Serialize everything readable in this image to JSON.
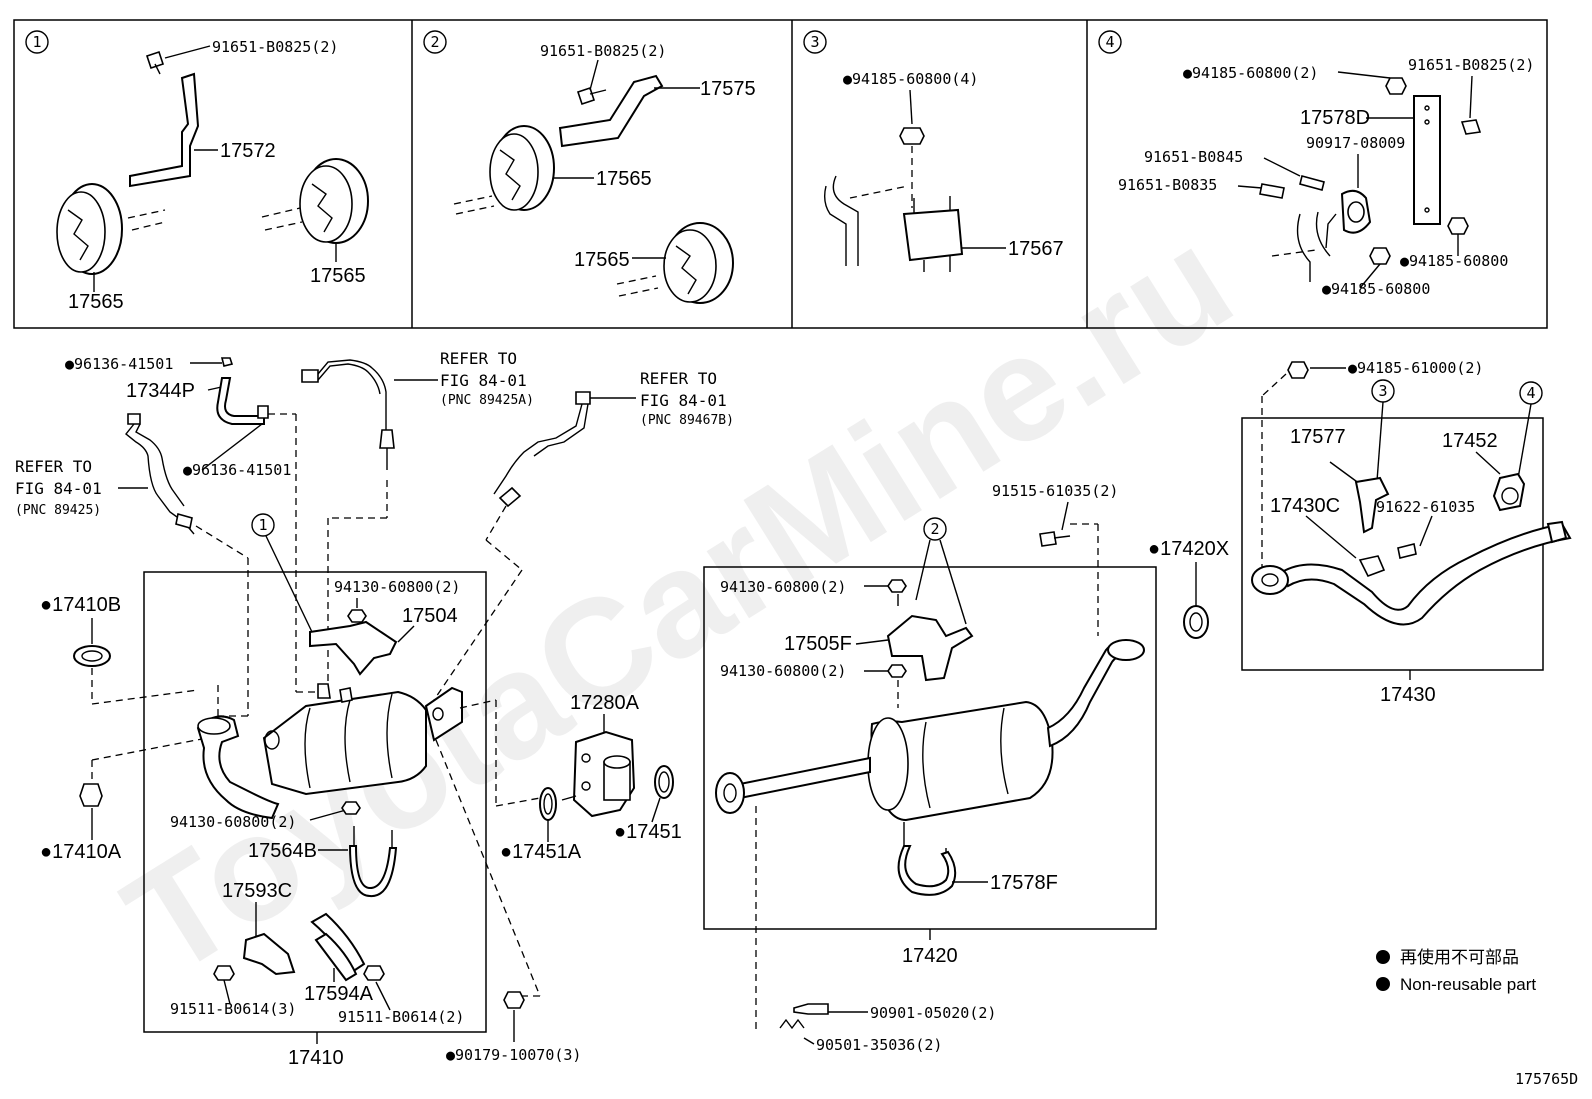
{
  "watermark": "ToyotaCarMine.ru",
  "figure_id": "175765D",
  "legend": [
    {
      "symbol": "●",
      "text": "再使用不可部品"
    },
    {
      "symbol": "●",
      "text": "Non-reusable part"
    }
  ],
  "panels": [
    {
      "num": "1",
      "labels": [
        "91651-B0825(2)",
        "17572",
        "17565",
        "17565"
      ]
    },
    {
      "num": "2",
      "labels": [
        "91651-B0825(2)",
        "17575",
        "17565",
        "17565"
      ]
    },
    {
      "num": "3",
      "labels": [
        "●94185-60800(4)",
        "17567"
      ]
    },
    {
      "num": "4",
      "labels": [
        "●94185-60800(2)",
        "91651-B0825(2)",
        "17578D",
        "90917-08009",
        "91651-B0845",
        "91651-B0835",
        "●94185-60800",
        "●94185-60800"
      ]
    }
  ],
  "main_labels": {
    "l96136a": "●96136-41501",
    "l17344P": "17344P",
    "l96136b": "●96136-41501",
    "l17410B": "●17410B",
    "l17410A": "●17410A",
    "l94130a": "94130-60800(2)",
    "l17504": "17504",
    "l94130b": "94130-60800(2)",
    "l17564B": "17564B",
    "l17593C": "17593C",
    "l17594A": "17594A",
    "l91511a": "91511-B0614(3)",
    "l91511b": "91511-B0614(2)",
    "l17410": "17410",
    "l90179": "●90179-10070(3)",
    "l17280A": "17280A",
    "l17451A": "●17451A",
    "l17451": "●17451",
    "l91515": "91515-61035(2)",
    "l94130c": "94130-60800(2)",
    "l17505F": "17505F",
    "l94130d": "94130-60800(2)",
    "l17578F": "17578F",
    "l17420": "17420",
    "l90901": "90901-05020(2)",
    "l90501": "90501-35036(2)",
    "l17420X": "●17420X",
    "l94185b": "●94185-61000(2)",
    "l17577": "17577",
    "l17452": "17452",
    "l17430C": "17430C",
    "l91622": "91622-61035",
    "l17430": "17430"
  },
  "refer_blocks": [
    {
      "line1": "REFER TO",
      "line2": "FIG 84-01",
      "note": "(PNC 89425)"
    },
    {
      "line1": "REFER TO",
      "line2": "FIG 84-01",
      "note": "(PNC 89425A)"
    },
    {
      "line1": "REFER TO",
      "line2": "FIG 84-01",
      "note": "(PNC 89467B)"
    }
  ],
  "callouts": {
    "c1": "1",
    "c2": "2",
    "c3": "3",
    "c4": "4"
  }
}
